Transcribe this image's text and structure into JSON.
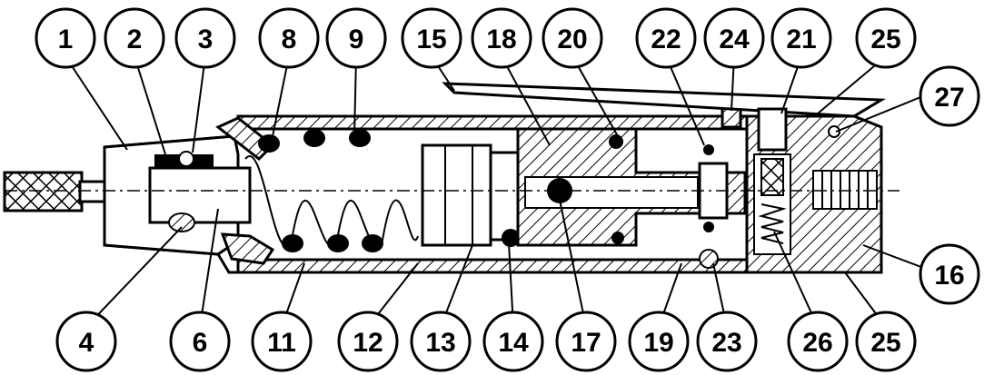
{
  "diagram": {
    "callouts": [
      "1",
      "2",
      "3",
      "8",
      "9",
      "15",
      "18",
      "20",
      "22",
      "24",
      "21",
      "25",
      "27",
      "16",
      "4",
      "6",
      "11",
      "12",
      "13",
      "14",
      "17",
      "19",
      "23",
      "26",
      "25"
    ]
  },
  "colors": {
    "ink": "#000000",
    "paper": "#ffffff"
  }
}
